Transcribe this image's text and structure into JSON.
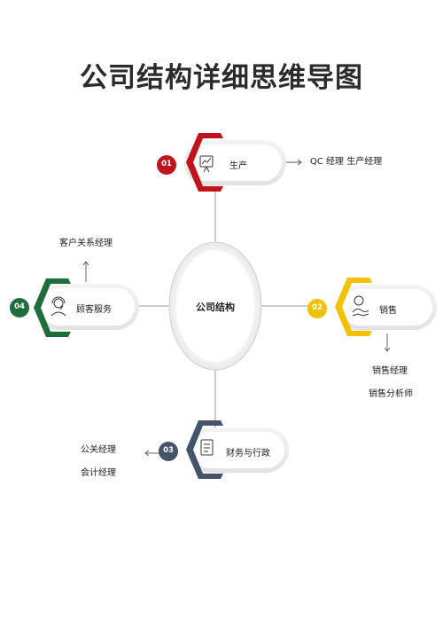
{
  "title": "公司结构详细思维导图",
  "center": {
    "label": "公司结构"
  },
  "nodes": [
    {
      "number": "01",
      "label": "生产",
      "color": "#c0131c",
      "icon": "chart-presentation-icon",
      "details": [
        "QC  经理  生产经理"
      ]
    },
    {
      "number": "02",
      "label": "销售",
      "color": "#f2c200",
      "icon": "handshake-money-icon",
      "details": [
        "销售经理",
        "销售分析师"
      ]
    },
    {
      "number": "03",
      "label": "财务与行政",
      "color": "#44546a",
      "icon": "document-icon",
      "details": [
        "公关经理",
        "会计经理"
      ]
    },
    {
      "number": "04",
      "label": "顾客服务",
      "color": "#1e6e3c",
      "icon": "customer-service-icon",
      "details": [
        "客户关系经理"
      ]
    }
  ]
}
